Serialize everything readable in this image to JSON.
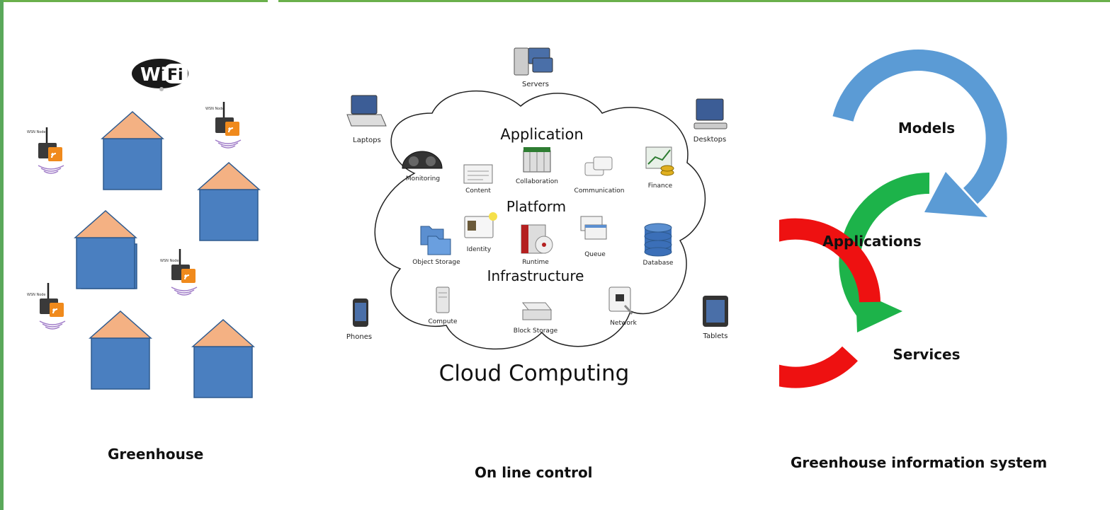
{
  "panels": {
    "greenhouse": {
      "caption": "Greenhouse",
      "wifi_logo_text": "Wi Fi",
      "wsn_node_label": "WSN Node"
    },
    "cloud": {
      "caption": "On line control",
      "title": "Cloud Computing",
      "layers": {
        "application": "Application",
        "platform": "Platform",
        "infrastructure": "Infrastructure"
      },
      "devices": {
        "servers": "Servers",
        "laptops": "Laptops",
        "desktops": "Desktops",
        "phones": "Phones",
        "tablets": "Tablets"
      },
      "application_items": {
        "monitoring": "Monitoring",
        "content": "Content",
        "collaboration": "Collaboration",
        "communication": "Communication",
        "finance": "Finance"
      },
      "platform_items": {
        "object_storage": "Object Storage",
        "identity": "Identity",
        "runtime": "Runtime",
        "queue": "Queue",
        "database": "Database"
      },
      "infrastructure_items": {
        "compute": "Compute",
        "block_storage": "Block Storage",
        "network": "Network"
      }
    },
    "system": {
      "caption": "Greenhouse information system",
      "cycle": {
        "models": "Models",
        "applications": "Applications",
        "services": "Services"
      },
      "colors": {
        "models": "#5b9bd5",
        "applications": "#1db34a",
        "services": "#ee1111"
      }
    }
  },
  "colors": {
    "accent_bar": "#6ab04c",
    "greenhouse_wall": "#4a7fc0",
    "greenhouse_roof": "#f4b183"
  }
}
